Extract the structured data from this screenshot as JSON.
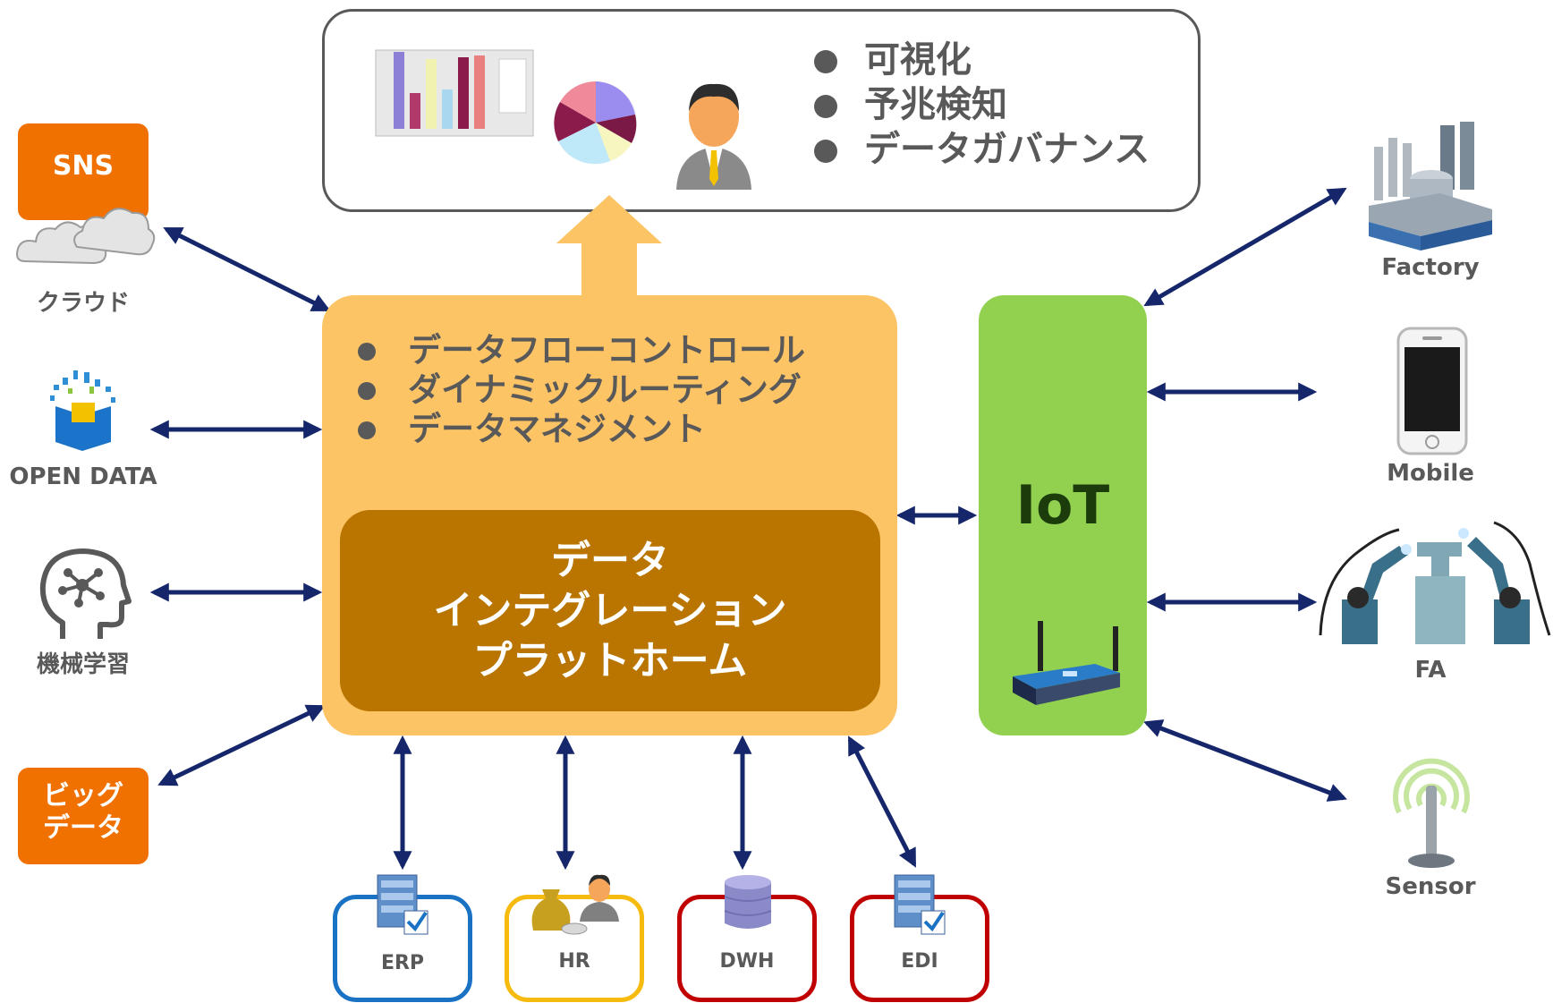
{
  "colors": {
    "platform": "#fdc465",
    "platform_inner": "#b97500",
    "iot": "#92d050",
    "orange": "#f07000",
    "arrow": "#15266b",
    "text": "#595959",
    "erp_border": "#1a72c4",
    "hr_border": "#f6bb0e",
    "dwh_border": "#c00000",
    "edi_border": "#c00000"
  },
  "top": {
    "bullets": [
      "可視化",
      "予兆検知",
      "データガバナンス"
    ],
    "icons": [
      "bar-chart-icon",
      "pie-chart-icon",
      "businessman-icon"
    ]
  },
  "platform": {
    "bullets": [
      "データフローコントロール",
      "ダイナミックルーティング",
      "データマネジメント"
    ],
    "title_lines": [
      "データ",
      "インテグレーション",
      "プラットホーム"
    ]
  },
  "iot": {
    "label": "IoT",
    "icon": "gateway-router-icon"
  },
  "left": {
    "sns": "SNS",
    "cloud": "クラウド",
    "open_data": "OPEN DATA",
    "machine_learning": "機械学習",
    "big_data_lines": [
      "ビッグ",
      "データ"
    ]
  },
  "right": {
    "factory": "Factory",
    "mobile": "Mobile",
    "fa": "FA",
    "sensor": "Sensor"
  },
  "bottom": {
    "erp": "ERP",
    "hr": "HR",
    "dwh": "DWH",
    "edi": "EDI"
  }
}
